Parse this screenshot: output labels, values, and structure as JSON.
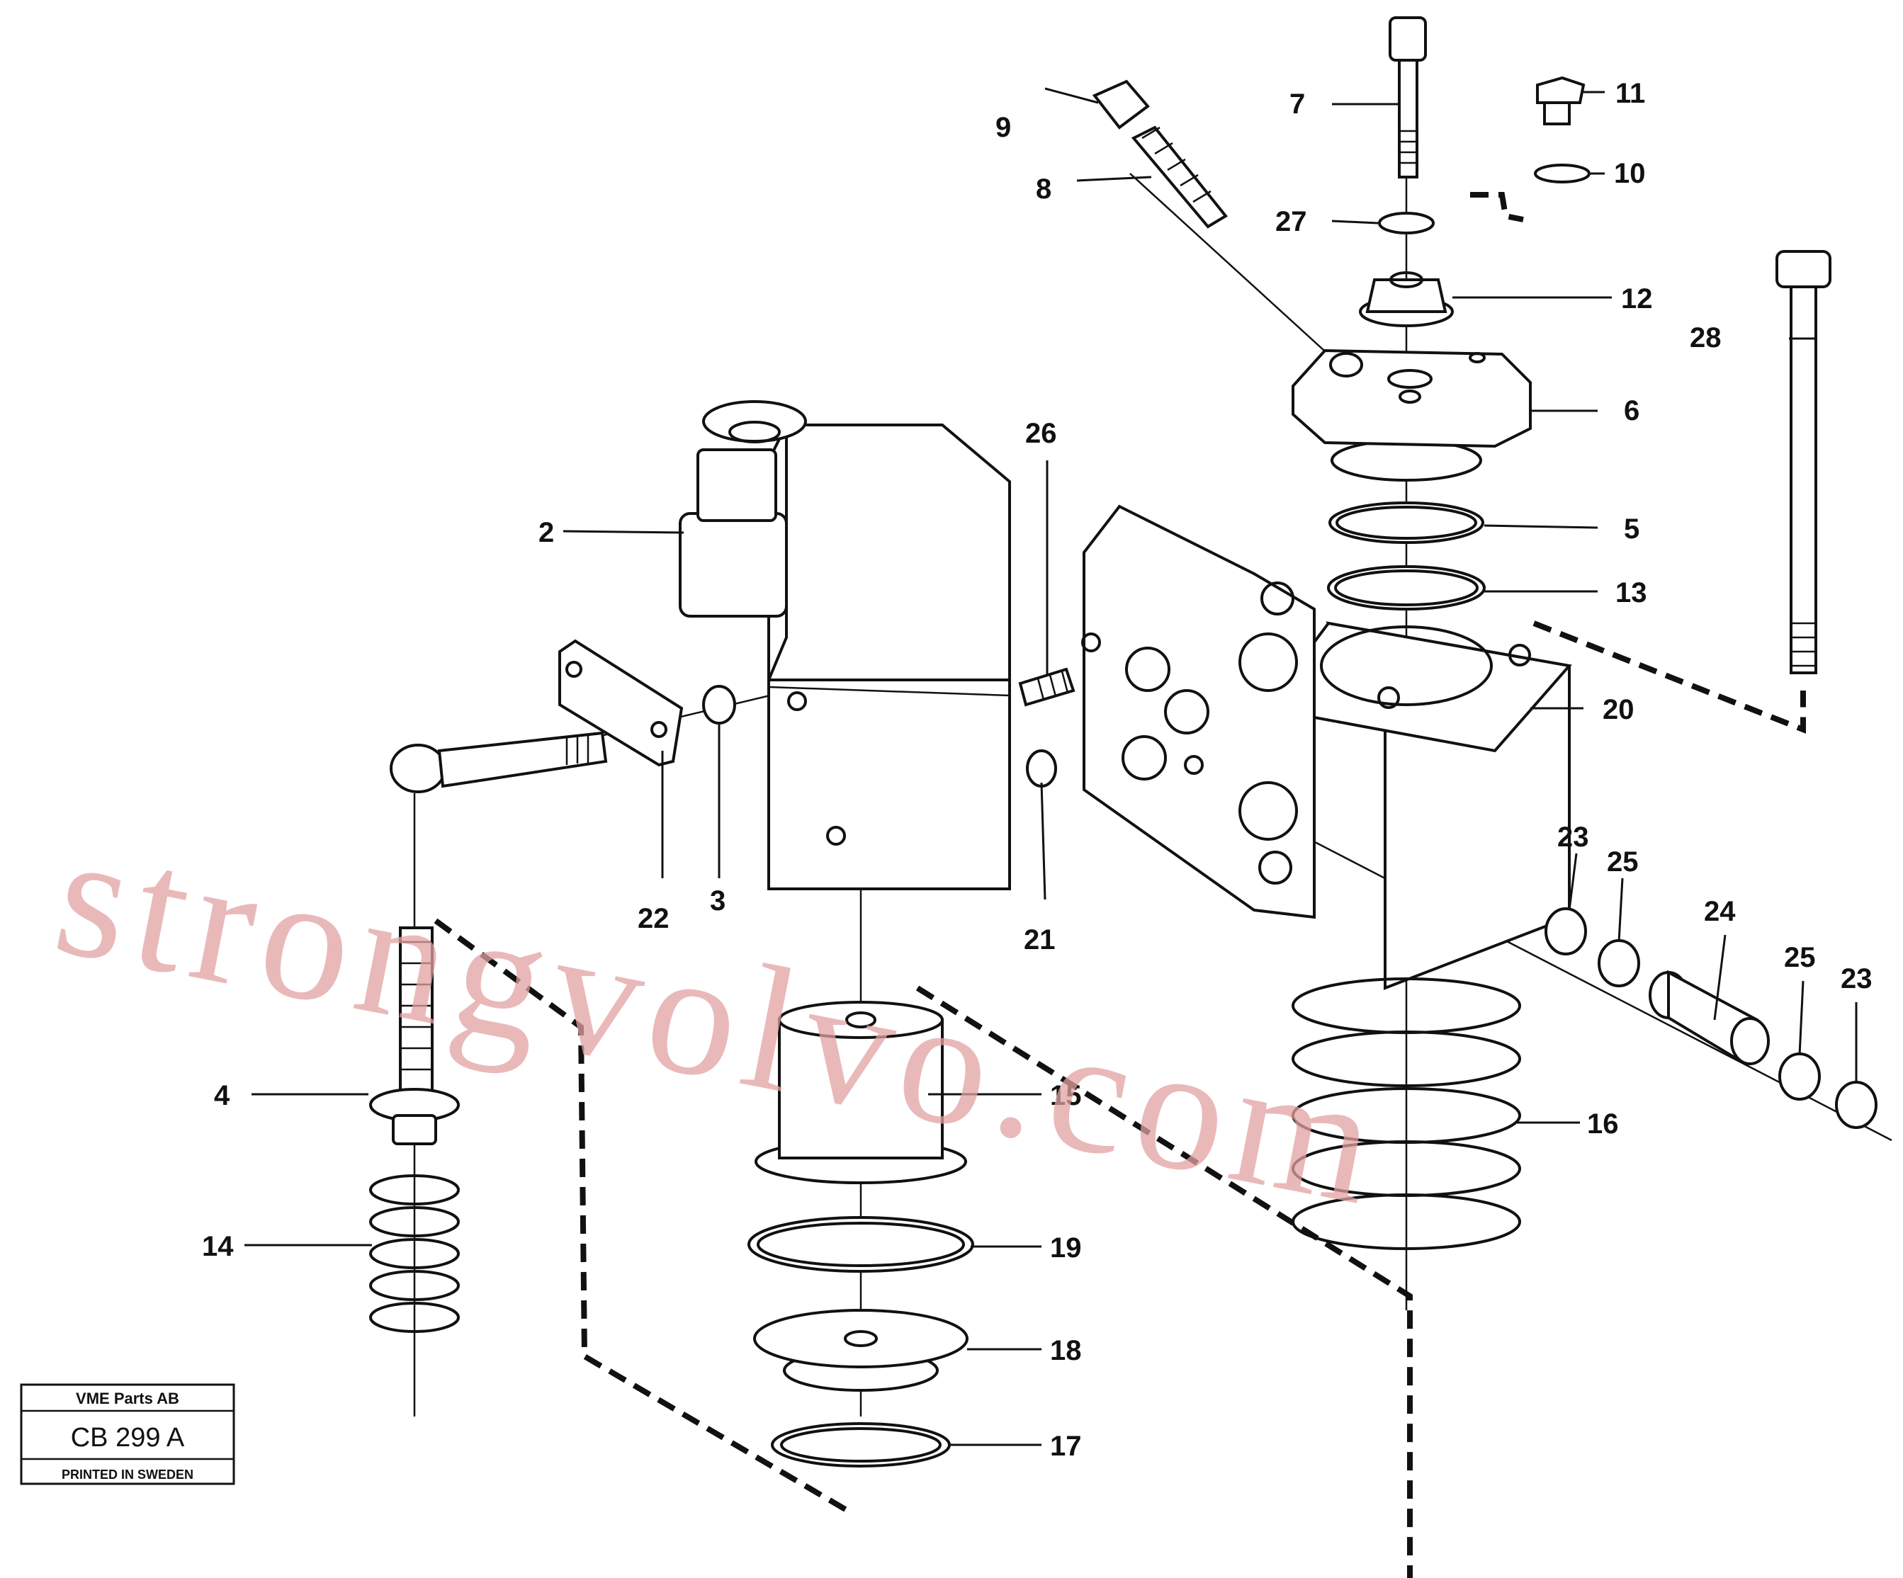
{
  "watermark": "strongvolvo.com",
  "title_block": {
    "company": "VME Parts AB",
    "drawing_no": "CB 299 A",
    "printed": "PRINTED IN SWEDEN"
  },
  "callouts": [
    "2",
    "22",
    "3",
    "4",
    "5",
    "6",
    "7",
    "8",
    "9",
    "10",
    "11",
    "12",
    "13",
    "14",
    "15",
    "16",
    "17",
    "18",
    "19",
    "20",
    "21",
    "23",
    "24",
    "25",
    "26",
    "27",
    "28"
  ],
  "callout_labels": {
    "c2": "2",
    "c22": "22",
    "c3": "3",
    "c4": "4",
    "c5": "5",
    "c6": "6",
    "c7": "7",
    "c8": "8",
    "c9": "9",
    "c10": "10",
    "c11": "11",
    "c12": "12",
    "c13": "13",
    "c14": "14",
    "c15": "15",
    "c16": "16",
    "c17": "17",
    "c18": "18",
    "c19": "19",
    "c20": "20",
    "c21": "21",
    "c23a": "23",
    "c23b": "23",
    "c24": "24",
    "c25a": "25",
    "c25b": "25",
    "c26": "26",
    "c27": "27",
    "c28": "28"
  }
}
